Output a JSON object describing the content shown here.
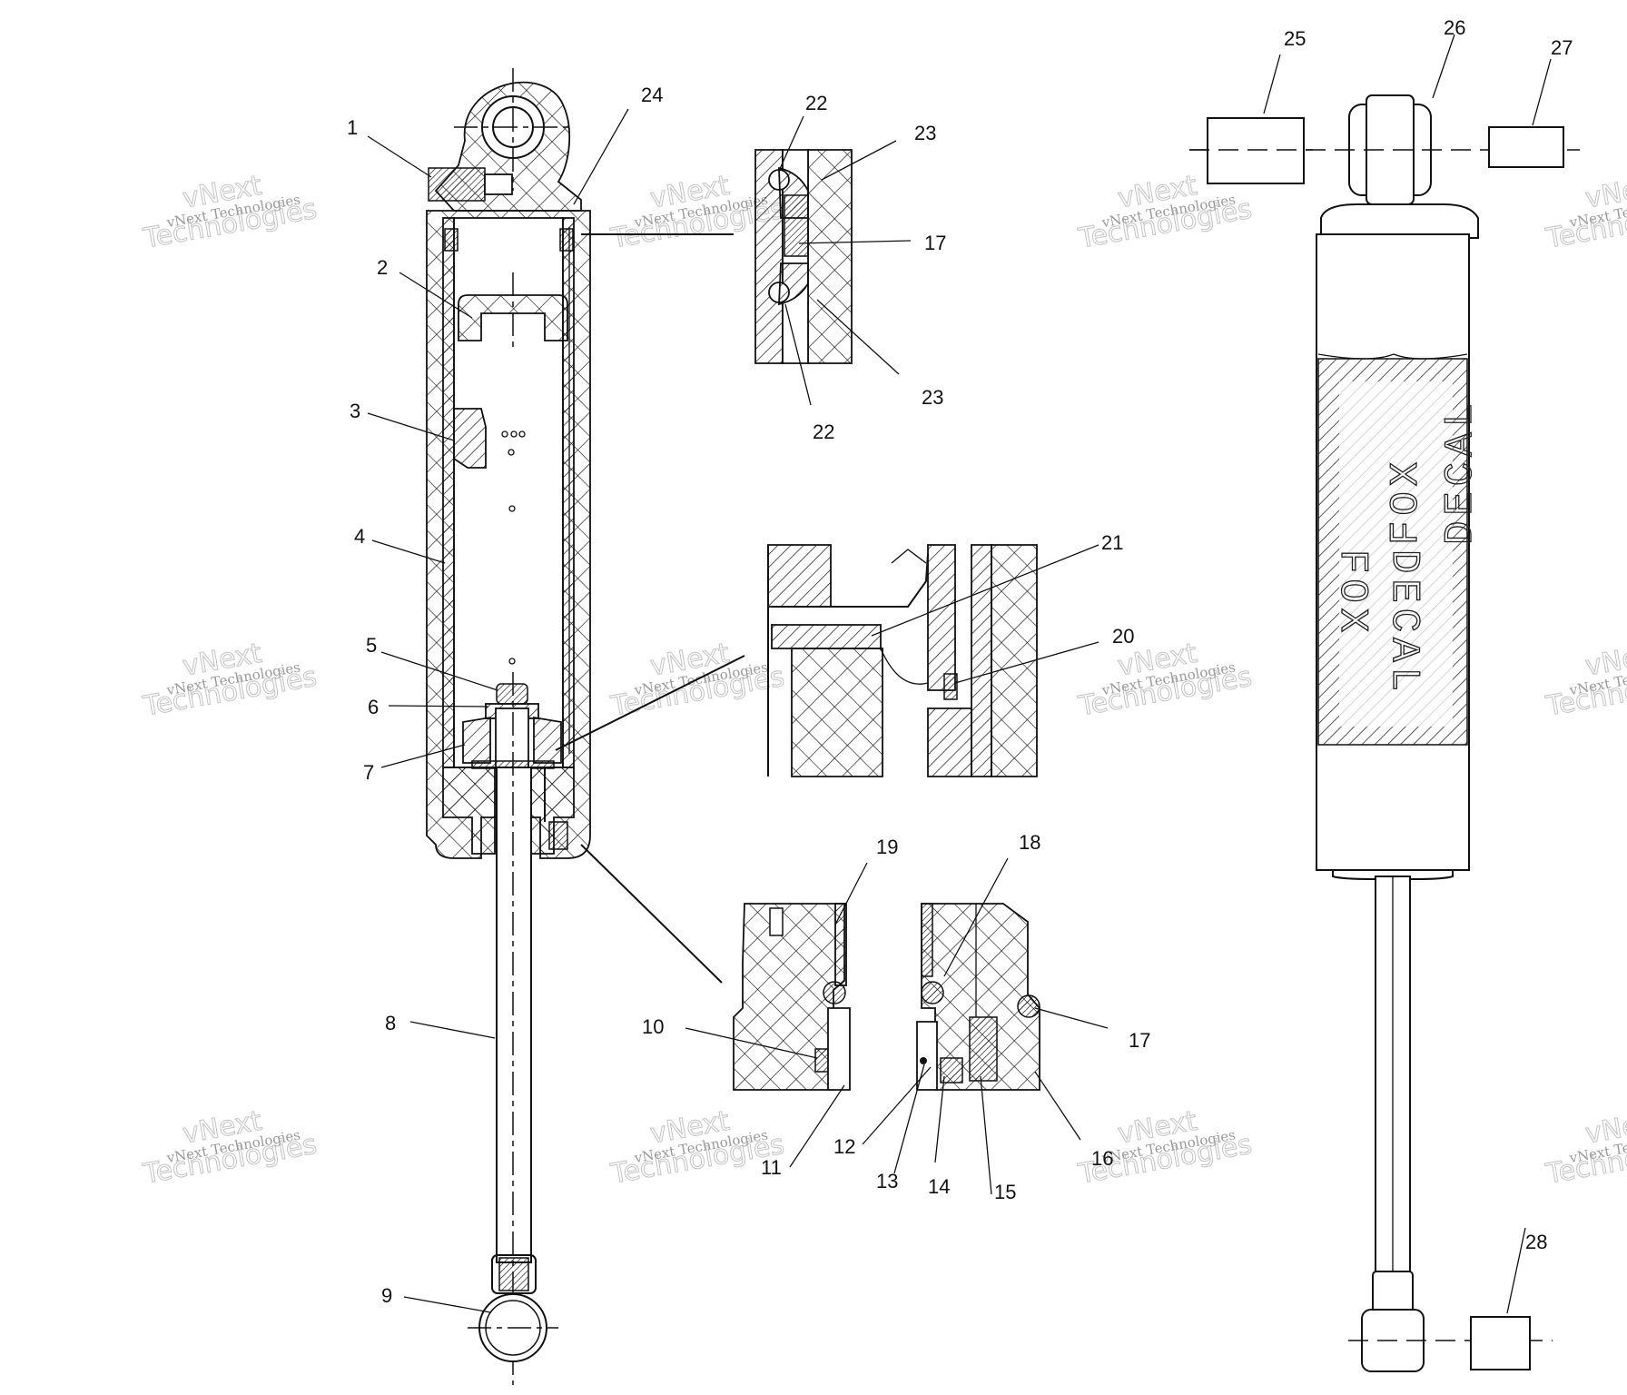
{
  "callouts": [
    {
      "id": "c1",
      "text": "1"
    },
    {
      "id": "c2",
      "text": "2"
    },
    {
      "id": "c3",
      "text": "3"
    },
    {
      "id": "c4",
      "text": "4"
    },
    {
      "id": "c5",
      "text": "5"
    },
    {
      "id": "c6",
      "text": "6"
    },
    {
      "id": "c7",
      "text": "7"
    },
    {
      "id": "c8",
      "text": "8"
    },
    {
      "id": "c9",
      "text": "9"
    },
    {
      "id": "c10",
      "text": "10"
    },
    {
      "id": "c11",
      "text": "11"
    },
    {
      "id": "c12",
      "text": "12"
    },
    {
      "id": "c13",
      "text": "13"
    },
    {
      "id": "c14",
      "text": "14"
    },
    {
      "id": "c15",
      "text": "15"
    },
    {
      "id": "c16",
      "text": "16"
    },
    {
      "id": "c17a",
      "text": "17"
    },
    {
      "id": "c17b",
      "text": "17"
    },
    {
      "id": "c18",
      "text": "18"
    },
    {
      "id": "c19",
      "text": "19"
    },
    {
      "id": "c20",
      "text": "20"
    },
    {
      "id": "c21",
      "text": "21"
    },
    {
      "id": "c22a",
      "text": "22"
    },
    {
      "id": "c22b",
      "text": "22"
    },
    {
      "id": "c23a",
      "text": "23"
    },
    {
      "id": "c23b",
      "text": "23"
    },
    {
      "id": "c24",
      "text": "24"
    },
    {
      "id": "c25",
      "text": "25"
    },
    {
      "id": "c26",
      "text": "26"
    },
    {
      "id": "c27",
      "text": "27"
    },
    {
      "id": "c28",
      "text": "28"
    }
  ],
  "decal": {
    "line1": "FOX",
    "line2": "DECAL"
  },
  "watermark": {
    "small": "vNext Technologies",
    "large_top": "vNext",
    "large_bottom": "Technologies"
  }
}
